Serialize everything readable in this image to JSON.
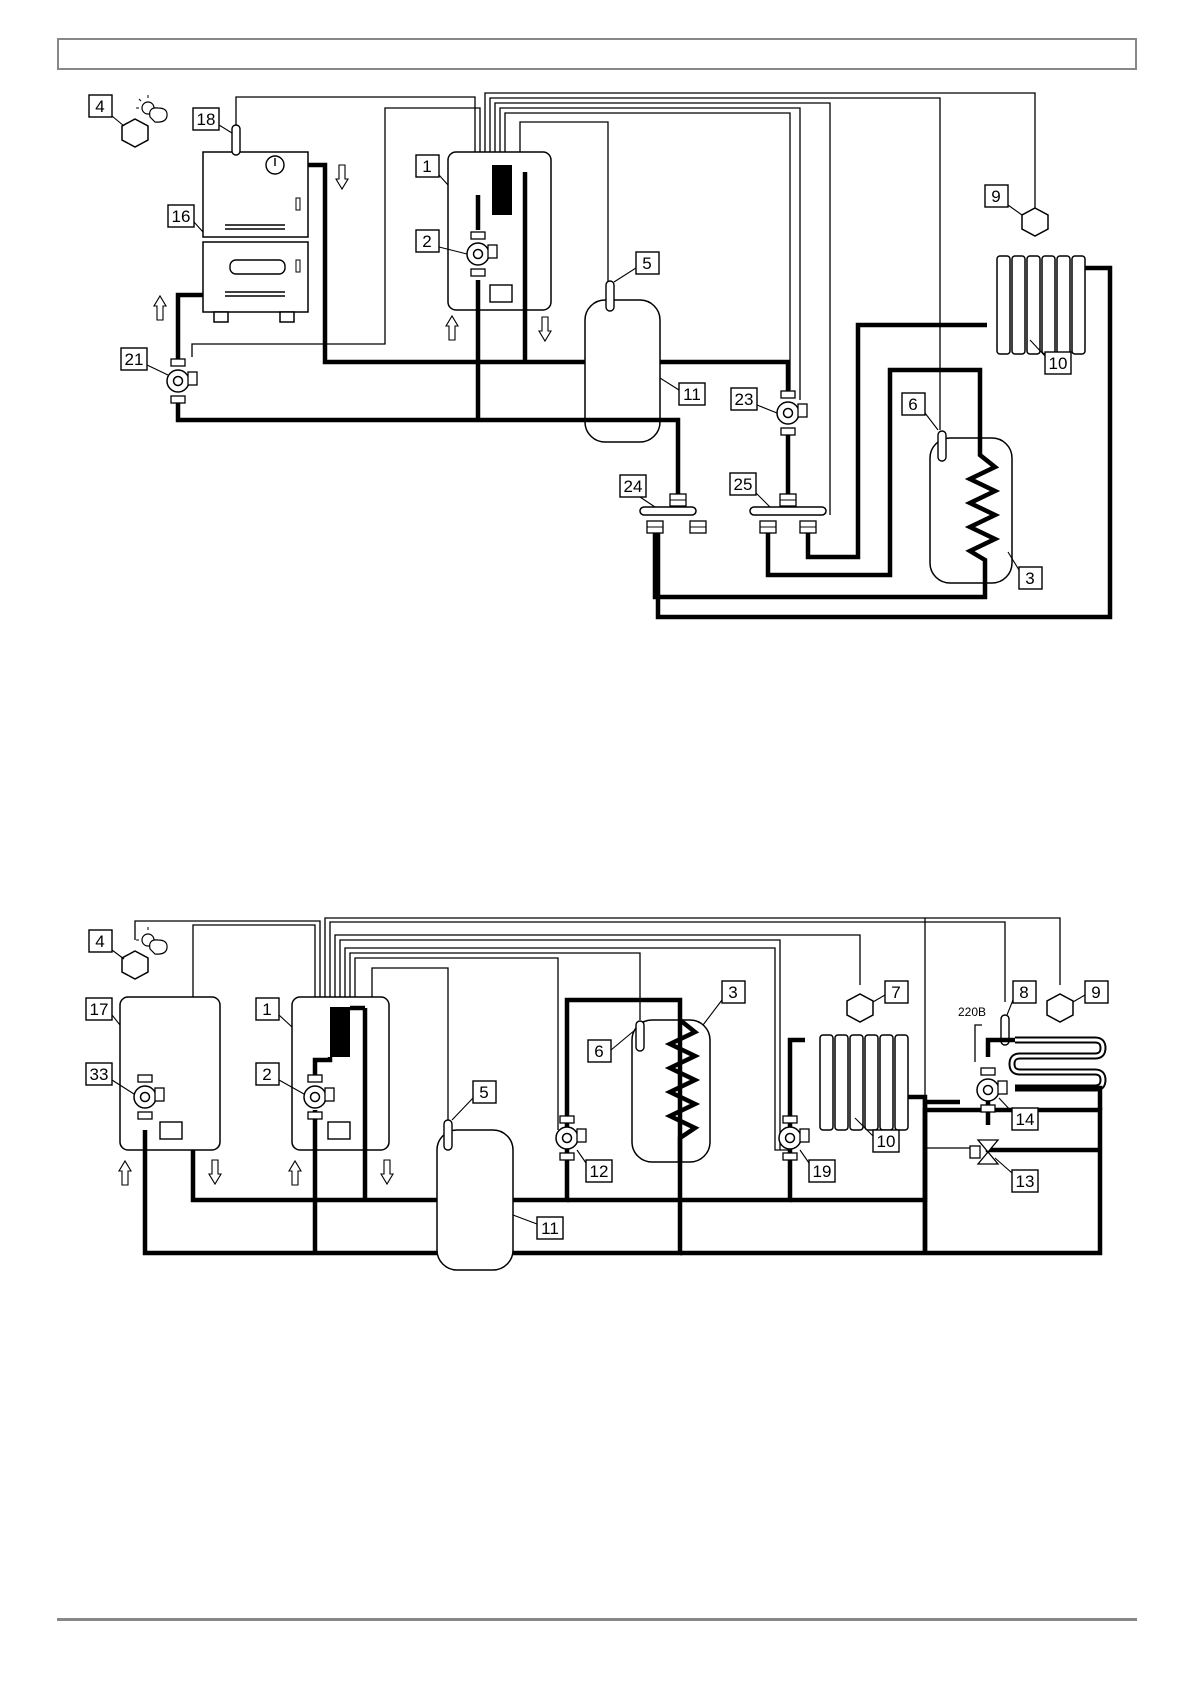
{
  "diagram_top": {
    "labels": {
      "n1": "1",
      "n2": "2",
      "n3": "3",
      "n4": "4",
      "n5": "5",
      "n6": "6",
      "n9": "9",
      "n10": "10",
      "n11": "11",
      "n16": "16",
      "n18": "18",
      "n21": "21",
      "n23": "23",
      "n24": "24",
      "n25": "25"
    }
  },
  "diagram_bottom": {
    "labels": {
      "n1": "1",
      "n2": "2",
      "n3": "3",
      "n4": "4",
      "n5": "5",
      "n6": "6",
      "n7": "7",
      "n8": "8",
      "n9": "9",
      "n10": "10",
      "n11": "11",
      "n12": "12",
      "n13": "13",
      "n14": "14",
      "n17": "17",
      "n19": "19",
      "n33": "33"
    },
    "voltage_note": "220B"
  }
}
